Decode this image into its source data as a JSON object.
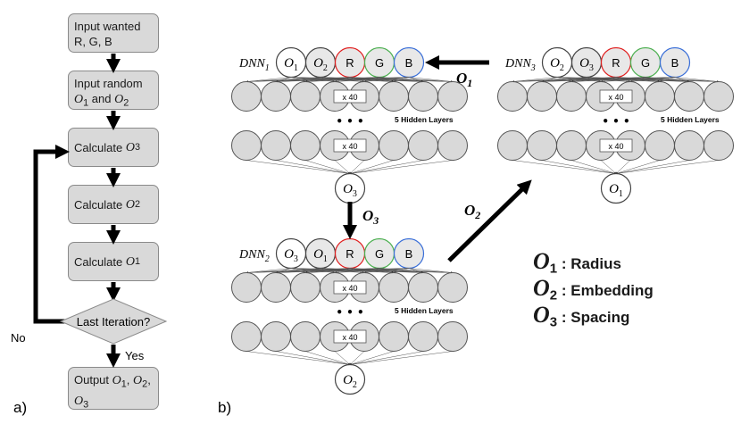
{
  "flowchart": {
    "steps": [
      {
        "id": "s1",
        "line1": "Input wanted",
        "line2": "R, G, B"
      },
      {
        "id": "s2",
        "line1": "Input random",
        "line2_parts": [
          "O",
          "1",
          " and ",
          "O",
          "2"
        ]
      },
      {
        "id": "s3",
        "text": "Calculate ",
        "sym": "O",
        "sub": "3"
      },
      {
        "id": "s4",
        "text": "Calculate ",
        "sym": "O",
        "sub": "2"
      },
      {
        "id": "s5",
        "text": "Calculate ",
        "sym": "O",
        "sub": "1"
      },
      {
        "id": "s6",
        "text": "Last Iteration?"
      },
      {
        "id": "s7",
        "text": "Output "
      }
    ],
    "no_label": "No",
    "yes_label": "Yes",
    "panel_label": "a)"
  },
  "network": {
    "panel_label": "b)",
    "dnn1": {
      "name": "DNN",
      "sub": "1",
      "inputs": [
        "O1",
        "O2",
        "R",
        "G",
        "B"
      ],
      "output": "O3"
    },
    "dnn2": {
      "name": "DNN",
      "sub": "2",
      "inputs": [
        "O3",
        "O1",
        "R",
        "G",
        "B"
      ],
      "output": "O2"
    },
    "dnn3": {
      "name": "DNN",
      "sub": "3",
      "inputs": [
        "O2",
        "O3",
        "R",
        "G",
        "B"
      ],
      "output": "O1"
    },
    "multiplier_label": "x 40",
    "hidden_label": "5 Hidden Layers",
    "dots": "• • •",
    "arrow_labels": {
      "a1": "O",
      "a1_sub": "1",
      "a2": "O",
      "a2_sub": "2",
      "a3": "O",
      "a3_sub": "3"
    },
    "colors": {
      "R": "#e02020",
      "G": "#4caf50",
      "B": "#3a6fd8",
      "node_fill": "#d9d9d9"
    }
  },
  "legend": [
    {
      "sym": "O",
      "sub": "1",
      "text": ": Radius"
    },
    {
      "sym": "O",
      "sub": "2",
      "text": ": Embedding"
    },
    {
      "sym": "O",
      "sub": "3",
      "text": ": Spacing"
    }
  ]
}
